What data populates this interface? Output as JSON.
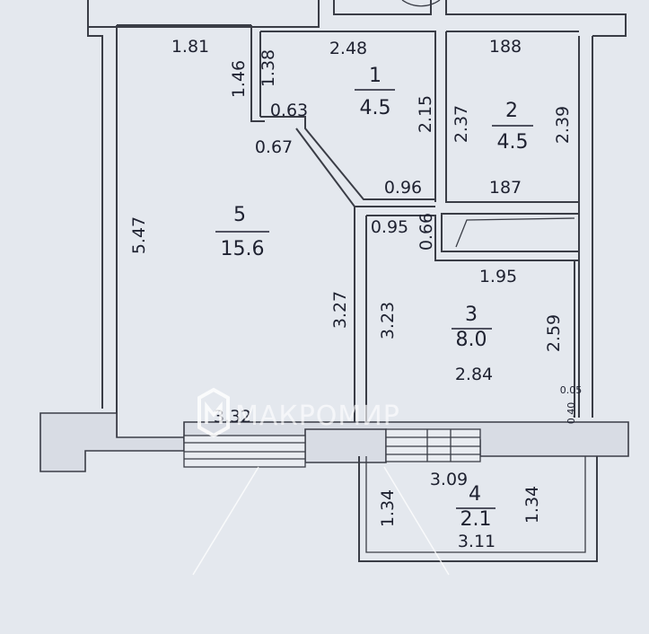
{
  "rooms": [
    {
      "id": "1",
      "area": "4.5"
    },
    {
      "id": "2",
      "area": "4.5"
    },
    {
      "id": "3",
      "area": "8.0"
    },
    {
      "id": "4",
      "area": "2.1"
    },
    {
      "id": "5",
      "area": "15.6"
    }
  ],
  "dims": {
    "d_181": "1.81",
    "d_146": "1.46",
    "d_138": "1.38",
    "d_248": "2.48",
    "d_188": "188",
    "d_063": "0.63",
    "d_215": "2.15",
    "d_237": "2.37",
    "d_239": "2.39",
    "d_067": "0.67",
    "d_096": "0.96",
    "d_187": "187",
    "d_547": "5.47",
    "d_095": "0.95",
    "d_066": "0.66",
    "d_195": "1.95",
    "d_327": "3.27",
    "d_323": "3.23",
    "d_259": "2.59",
    "d_284": "2.84",
    "d_005": "0.05",
    "d_040": "0.40",
    "d_332": "3.32",
    "d_309": "3.09",
    "d_134a": "1.34",
    "d_134b": "1.34",
    "d_311": "3.11"
  },
  "watermark": {
    "text": "МАКРОМИР"
  }
}
